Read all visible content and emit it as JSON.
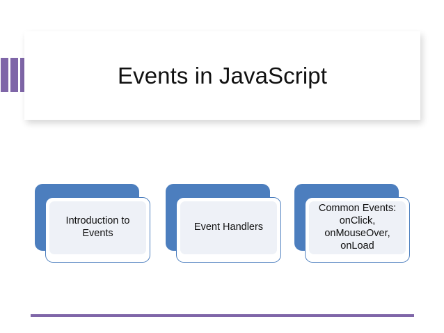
{
  "slide": {
    "title": "Events in JavaScript",
    "accent_color": "#7F66A8",
    "card_color": "#4C7EBE",
    "card_fill_color": "#EEF1F7",
    "background_color": "#FFFFFF",
    "decor": {
      "accent_bars_count": 3,
      "bottom_rule_color": "#7F66A8"
    },
    "cards": [
      {
        "label": "Introduction to Events"
      },
      {
        "label": "Event Handlers"
      },
      {
        "label": "Common Events: onClick, onMouseOver, onLoad"
      }
    ]
  }
}
